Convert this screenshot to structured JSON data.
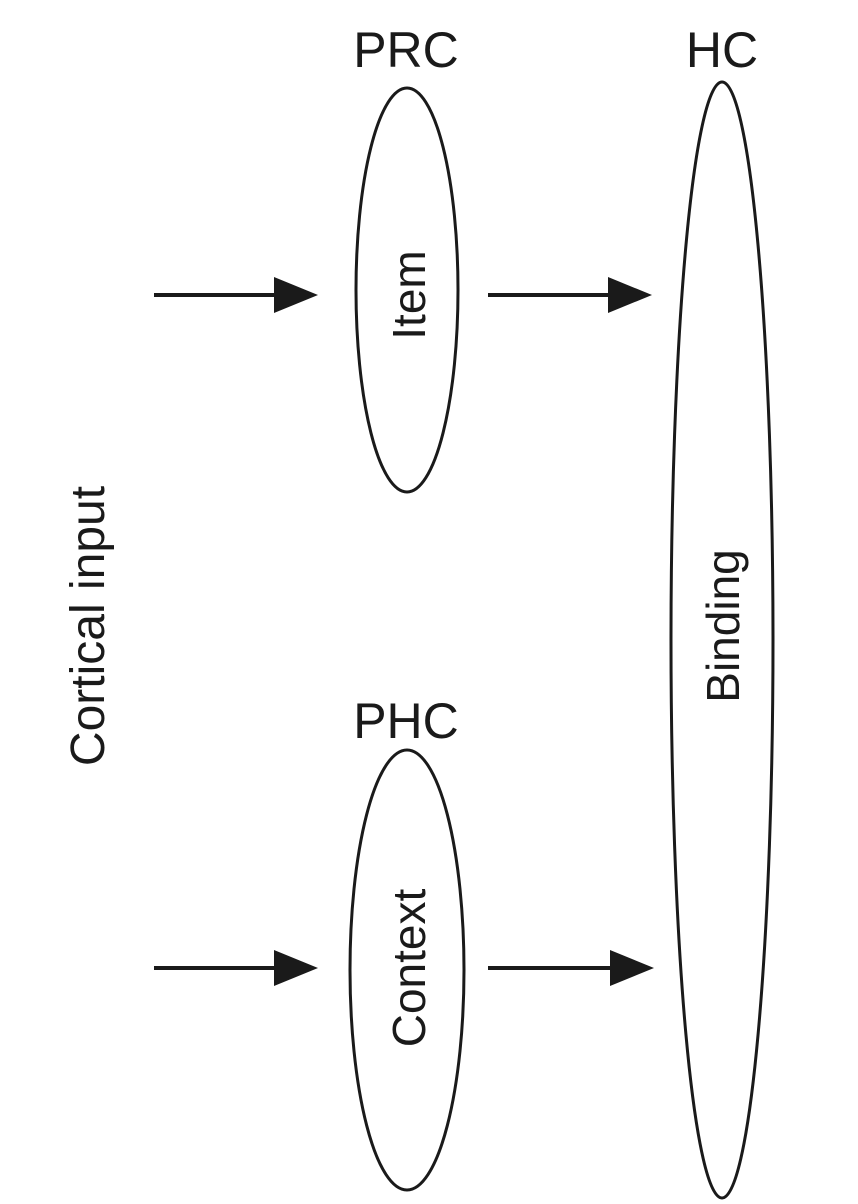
{
  "side_label": "Cortical input",
  "regions": {
    "prc": {
      "name": "PRC",
      "content": "Item"
    },
    "phc": {
      "name": "PHC",
      "content": "Context"
    },
    "hc": {
      "name": "HC",
      "content": "Binding"
    }
  }
}
